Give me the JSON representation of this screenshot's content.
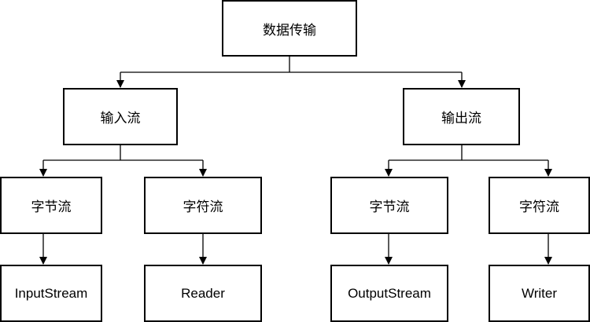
{
  "diagram": {
    "root": "数据传输",
    "input": {
      "label": "输入流",
      "byte_stream": "字节流",
      "char_stream": "字符流",
      "byte_class": "InputStream",
      "char_class": "Reader"
    },
    "output": {
      "label": "输出流",
      "byte_stream": "字节流",
      "char_stream": "字符流",
      "byte_class": "OutputStream",
      "char_class": "Writer"
    }
  },
  "colors": {
    "line": "#000000",
    "box_border": "#000000",
    "background": "#ffffff"
  }
}
